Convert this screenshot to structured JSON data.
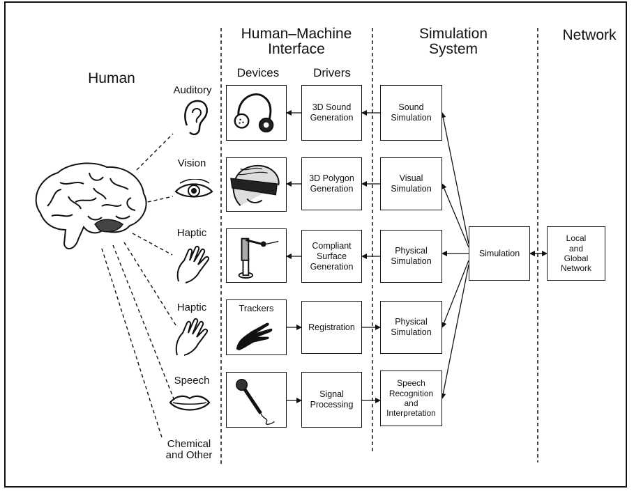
{
  "columns": {
    "human": "Human",
    "hmi": "Human–Machine\nInterface",
    "sim": "Simulation\nSystem",
    "network": "Network",
    "devices": "Devices",
    "drivers": "Drivers"
  },
  "senses": {
    "auditory": "Auditory",
    "vision": "Vision",
    "haptic1": "Haptic",
    "haptic2": "Haptic",
    "speech": "Speech",
    "chemical": "Chemical\nand Other"
  },
  "devices": {
    "trackers": "Trackers"
  },
  "drivers": {
    "sound": "3D Sound\nGeneration",
    "polygon": "3D Polygon\nGeneration",
    "compliant": "Compliant\nSurface\nGeneration",
    "registration": "Registration",
    "signal": "Signal\nProcessing"
  },
  "simulations": {
    "sound": "Sound\nSimulation",
    "visual": "Visual\nSimulation",
    "physical1": "Physical\nSimulation",
    "physical2": "Physical\nSimulation",
    "speech": "Speech\nRecognition\nand\nInterpretation"
  },
  "central": "Simulation",
  "network_box": "Local\nand\nGlobal\nNetwork"
}
